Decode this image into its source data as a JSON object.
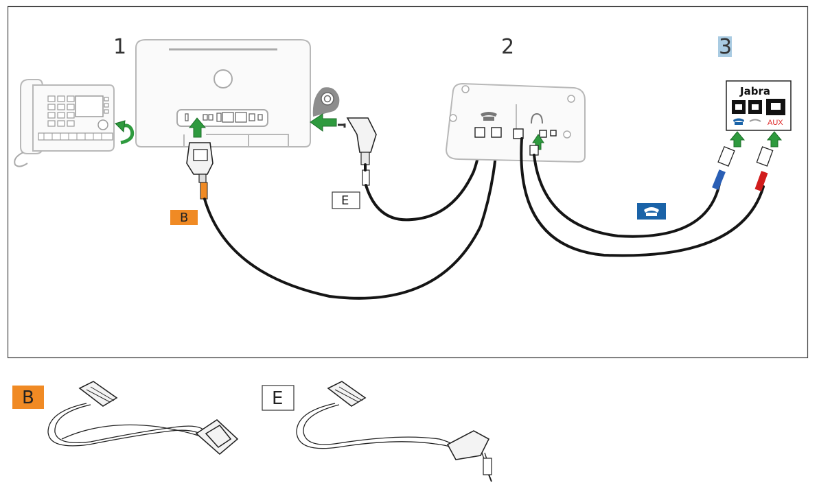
{
  "steps": {
    "one": "1",
    "two": "2",
    "three": "3"
  },
  "labels": {
    "cable_b_tag": "B",
    "cable_e_tag": "E",
    "legend_b": "B",
    "legend_e": "E"
  },
  "base_unit": {
    "brand": "Jabra",
    "port_aux": "AUX"
  },
  "icons": {
    "desk_phone": "desk-phone-icon",
    "phone_handset": "phone-handset-icon",
    "headset": "headset-icon",
    "rotate_arrow": "rotate-arrow-icon",
    "insert_arrow": "green-arrow-icon",
    "rj_plug": "rj-plug-icon",
    "jack_plug": "jack-3-5mm-icon"
  },
  "colors": {
    "tag_b": "#f08a24",
    "arrow": "#2e9a3e",
    "phone_port": "#1a63a8",
    "cable_blue": "#2a5fb5",
    "cable_red": "#d11c1c",
    "aux": "#d22222",
    "highlight_3": "#a9cbe2"
  }
}
